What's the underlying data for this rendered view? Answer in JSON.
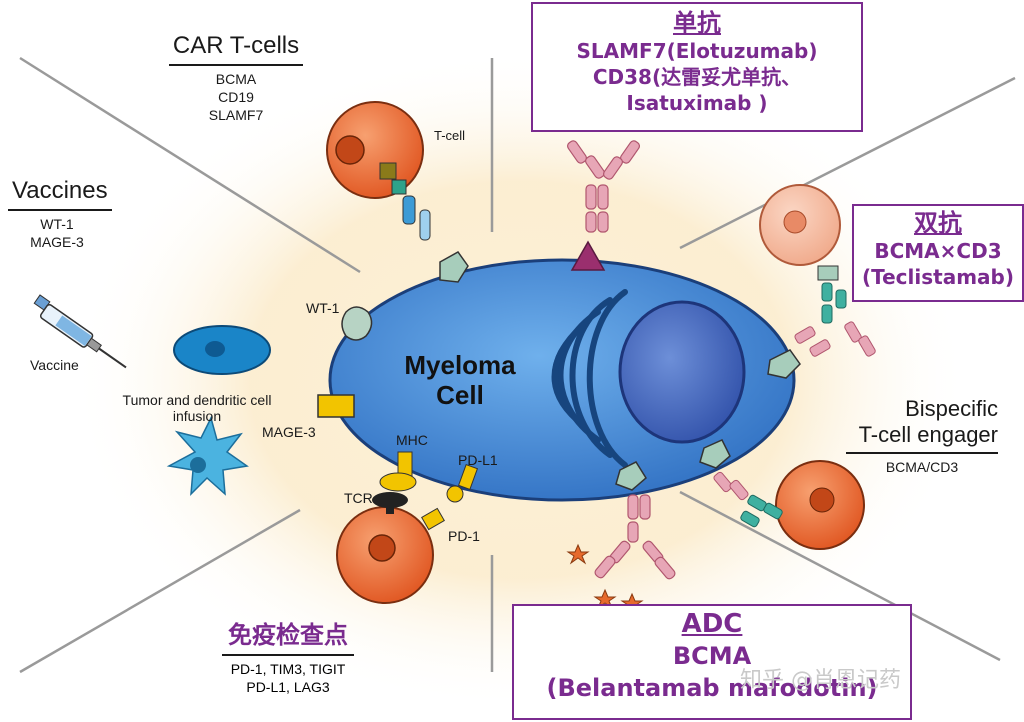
{
  "car_t": {
    "title": "CAR T-cells",
    "targets": [
      "BCMA",
      "CD19",
      "SLAMF7"
    ]
  },
  "vaccines": {
    "title": "Vaccines",
    "targets": [
      "WT-1",
      "MAGE-3"
    ],
    "vaccine_label": "Vaccine",
    "infusion_label": "Tumor and dendritic cell infusion"
  },
  "checkpoint": {
    "title": "免疫检查点",
    "targets": [
      "PD-1, TIM3, TIGIT",
      "PD-L1, LAG3"
    ]
  },
  "bispecific": {
    "title_line1": "Bispecific",
    "title_line2": "T-cell engager",
    "target": "BCMA/CD3"
  },
  "mab_box": {
    "title": "单抗",
    "lines": [
      "SLAMF7(Elotuzumab)",
      "CD38(达雷妥尤单抗、",
      "Isatuximab )"
    ]
  },
  "bsab_box": {
    "title": "双抗",
    "lines": [
      "BCMA×CD3",
      "(Teclistamab)"
    ]
  },
  "adc_box": {
    "title": "ADC",
    "lines": [
      "BCMA",
      "(Belantamab mafodotin)"
    ]
  },
  "cell": {
    "label_line1": "Myeloma",
    "label_line2": "Cell"
  },
  "labels": {
    "tcell": "T-cell",
    "wt1": "WT-1",
    "mage3": "MAGE-3",
    "mhc": "MHC",
    "pdl1": "PD-L1",
    "tcr": "TCR",
    "pd1": "PD-1"
  },
  "watermark": "知乎 @肖恩记药",
  "colors": {
    "purple": "#7a2b8f",
    "cell_blue": "#3a7fd0",
    "tcell_orange": "#e8622a",
    "glow": "#fbe9c8"
  }
}
